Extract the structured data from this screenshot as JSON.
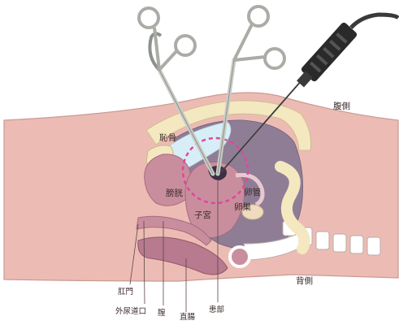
{
  "diagram": {
    "labels": {
      "abdominal_side": "腹側",
      "dorsal_side": "背側",
      "pubic_bone": "恥骨",
      "bladder": "膀胱",
      "uterus": "子宮",
      "fallopian_tube": "卵管",
      "ovary": "卵巣",
      "anus": "肛門",
      "urethral_opening": "外尿道口",
      "vagina": "膣",
      "rectum": "直腸",
      "affected_area": "患部"
    },
    "colors": {
      "skin": "#ecbcb4",
      "skin_edge": "#c99a94",
      "fat": "#f3e8bf",
      "cavity": "#8f7d96",
      "organ": "#c98e9d",
      "organ_dark": "#a86a80",
      "highlight_ring": "#e0479a",
      "laparoscope": "#2a2a2a",
      "instrument": "#c9ccc6",
      "gas": "#d8eef6"
    }
  }
}
